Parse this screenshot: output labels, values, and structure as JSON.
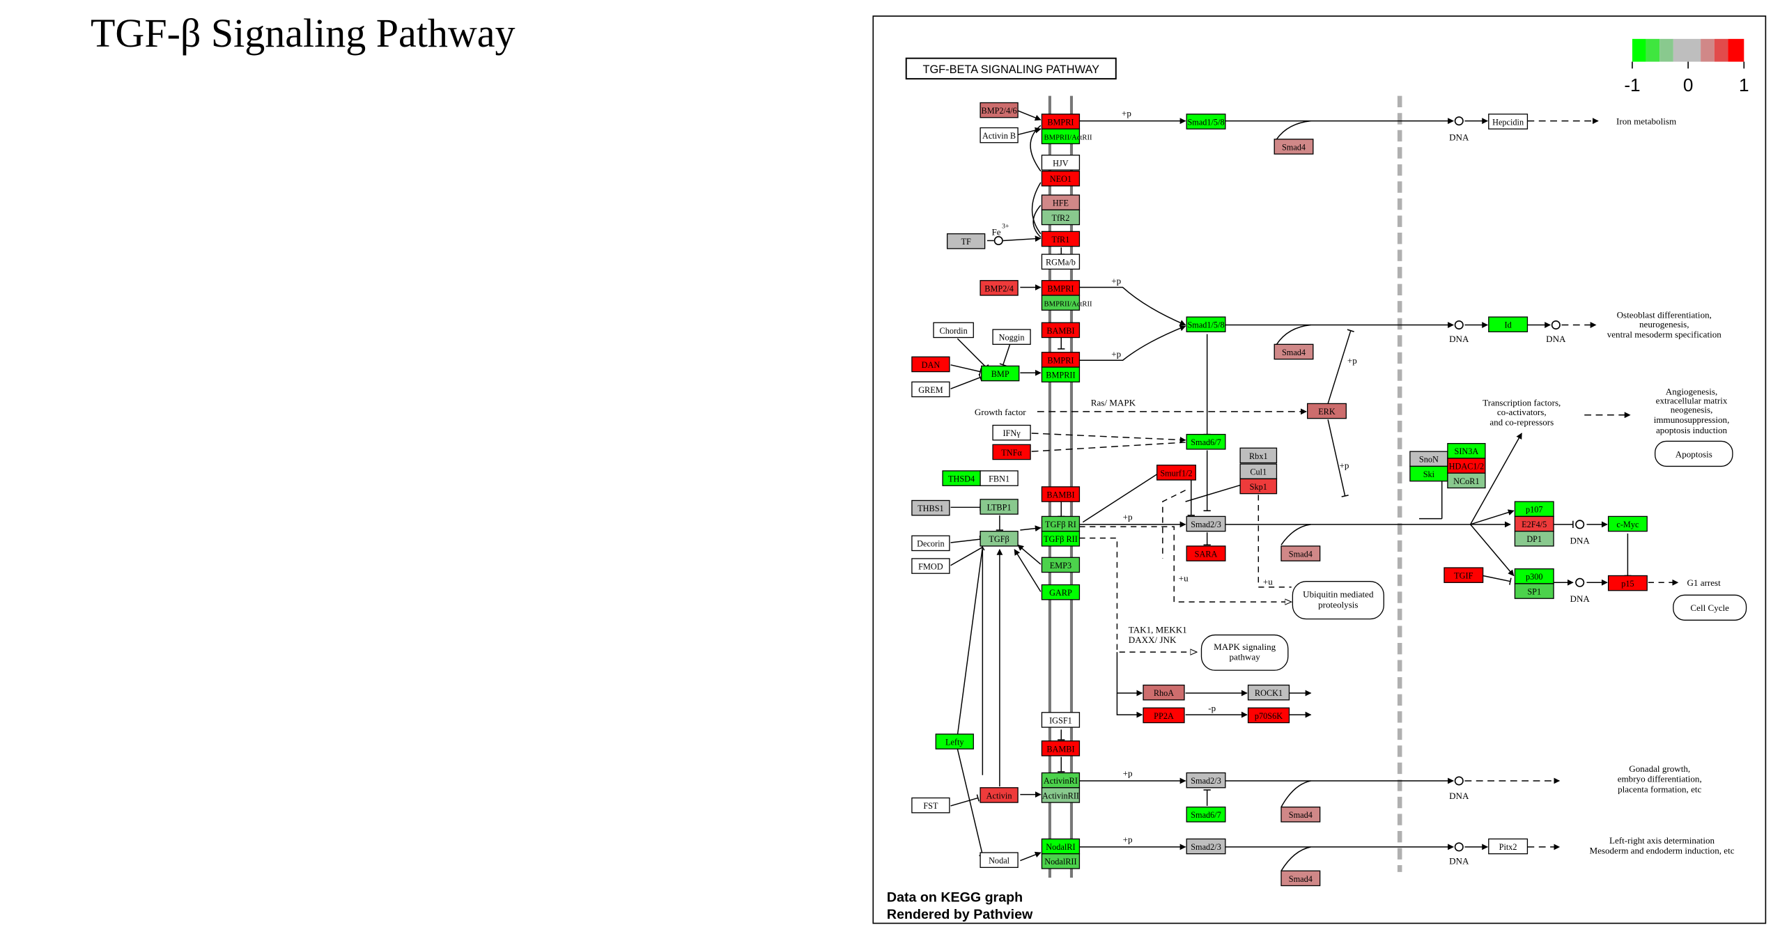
{
  "slide_title": "TGF-β Signaling Pathway",
  "pathway_title": "TGF-BETA SIGNALING PATHWAY",
  "footer": {
    "line1": "Data on KEGG graph",
    "line2": "Rendered by Pathview"
  },
  "legend": {
    "ticks": [
      "-1",
      "0",
      "1"
    ]
  },
  "colors": {
    "red": "#ff0000",
    "mid_red": "#ee3b3b",
    "light_red": "#cd6d6d",
    "pink": "#d08888",
    "grey": "#bebebe",
    "light_green": "#89c98e",
    "mid_green": "#4cd24c",
    "green": "#00ff00",
    "white": "#ffffff"
  },
  "genes": {
    "bmp246_top": "BMP2/4/6",
    "bmp_r1": "BMPRI",
    "bmp_r2": "BMPRII/ActRII",
    "activin_b": "Activin B",
    "hjv": "HJV",
    "neo1": "NEO1",
    "hfe": "HFE",
    "tfr2": "TfR2",
    "tfr1": "TfR1",
    "tf": "TF",
    "rgm": "RGMa/b",
    "bmp24": "BMP2/4",
    "bmpr1_b": "BMPRI",
    "bmpr2_b": "BMPRII/ActRII",
    "bambi_1": "BAMBI",
    "chordin": "Chordin",
    "noggin": "Noggin",
    "dan": "DAN",
    "bmp": "BMP",
    "bmpr1_c": "BMPRI",
    "bmpr2_c": "BMPRII",
    "grem": "GREM",
    "ifng": "IFNγ",
    "tnfa": "TNFα",
    "thsd4": "THSD4",
    "fbn1": "FBN1",
    "thbs1": "THBS1",
    "ltbp1": "LTBP1",
    "decorin": "Decorin",
    "fmod": "FMOD",
    "tgfb": "TGFβ",
    "bambi_2": "BAMBI",
    "tgfbr1": "TGFβ RI",
    "tgfbr2": "TGFβ RII",
    "emp3": "EMP3",
    "garp": "GARP",
    "smad158_top": "Smad1/5/8",
    "smad4_1": "Smad4",
    "smad158_mid": "Smad1/5/8",
    "smad4_2": "Smad4",
    "smad67_a": "Smad6/7",
    "smurf12": "Smurf1/2",
    "rbx1": "Rbx1",
    "cul1": "Cul1",
    "skp1": "Skp1",
    "smad23_a": "Smad2/3",
    "sara": "SARA",
    "smad4_3": "Smad4",
    "erk": "ERK",
    "hepcidin": "Hepcidin",
    "id": "Id",
    "snon": "SnoN",
    "ski": "Ski",
    "sin3a": "SIN3A",
    "hdac": "HDAC1/2",
    "ncor1": "NCoR1",
    "p107": "p107",
    "e2f45": "E2F4/5",
    "dp1": "DP1",
    "cmyc": "c-Myc",
    "tgif": "TGIF",
    "p300": "p300",
    "sp1": "SP1",
    "p15": "p15",
    "rhoa": "RhoA",
    "rock1": "ROCK1",
    "pp2a": "PP2A",
    "p70s6k": "p70S6K",
    "igsf1": "IGSF1",
    "lefty": "Lefty",
    "bambi_3": "BAMBI",
    "activinr1": "ActivinRI",
    "activinr2": "ActivinRII",
    "activin": "Activin",
    "fst": "FST",
    "smad23_b": "Smad2/3",
    "smad67_b": "Smad6/7",
    "smad4_4": "Smad4",
    "nodal": "Nodal",
    "nodalr1": "NodalRI",
    "nodalr2": "NodalRII",
    "smad23_c": "Smad2/3",
    "smad4_5": "Smad4",
    "pitx2": "Pitx2"
  },
  "labels": {
    "iron_metabolism": "Iron metabolism",
    "osteo_1": "Osteoblast differentiation,",
    "osteo_2": "neurogenesis,",
    "osteo_3": "ventral mesoderm specification",
    "angio_1": "Angiogenesis,",
    "angio_2": "extracellular matrix",
    "angio_3": "neogenesis,",
    "angio_4": "immunosuppression,",
    "angio_5": "apoptosis induction",
    "apoptosis": "Apoptosis",
    "tf_1": "Transcription factors,",
    "tf_2": "co-activators,",
    "tf_3": "and co-repressors",
    "g1_arrest": "G1 arrest",
    "cell_cycle": "Cell Cycle",
    "ubiq_1": "Ubiquitin mediated",
    "ubiq_2": "proteolysis",
    "mapk_1": "MAPK signaling",
    "mapk_2": "pathway",
    "tak_1": "TAK1, MEKK1",
    "tak_2": "DAXX/ JNK",
    "gonadal_1": "Gonadal growth,",
    "gonadal_2": "embryo differentiation,",
    "gonadal_3": "placenta formation, etc",
    "leftright_1": "Left-right axis determination",
    "leftright_2": "Mesoderm and endoderm induction, etc",
    "growth_factor": "Growth factor",
    "ras_mapk": "Ras/ MAPK",
    "dna": "DNA",
    "plus_p": "+p",
    "minus_p": "-p",
    "plus_u": "+u",
    "fe": "Fe",
    "fe_sup": "3+"
  }
}
